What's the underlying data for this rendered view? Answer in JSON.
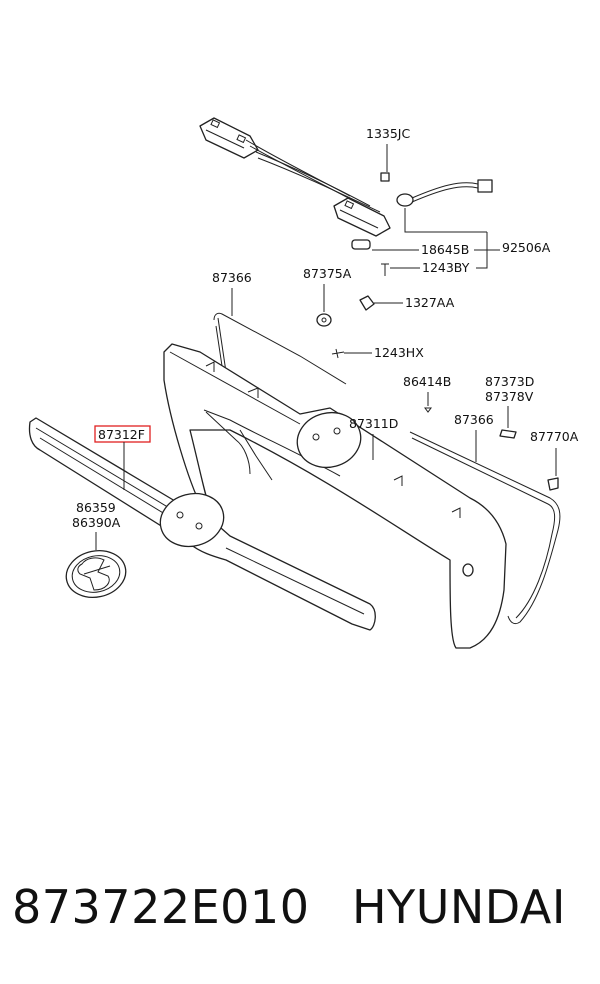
{
  "callouts": {
    "c1335JC": "1335JC",
    "c18645B": "18645B",
    "c92506A": "92506A",
    "c1243BY": "1243BY",
    "c87366a": "87366",
    "c87375A": "87375A",
    "c1327AA": "1327AA",
    "c1243HX": "1243HX",
    "c86414B": "86414B",
    "c87373D": "87373D",
    "c87378V": "87378V",
    "c87311D": "87311D",
    "c87366b": "87366",
    "c87770A": "87770A",
    "c87312F": "87312F",
    "c86359": "86359",
    "c86390A": "86390A"
  },
  "highlight_color": "#e02020",
  "footer": {
    "part_number": "873722E010",
    "brand": "HYUNDAI"
  }
}
